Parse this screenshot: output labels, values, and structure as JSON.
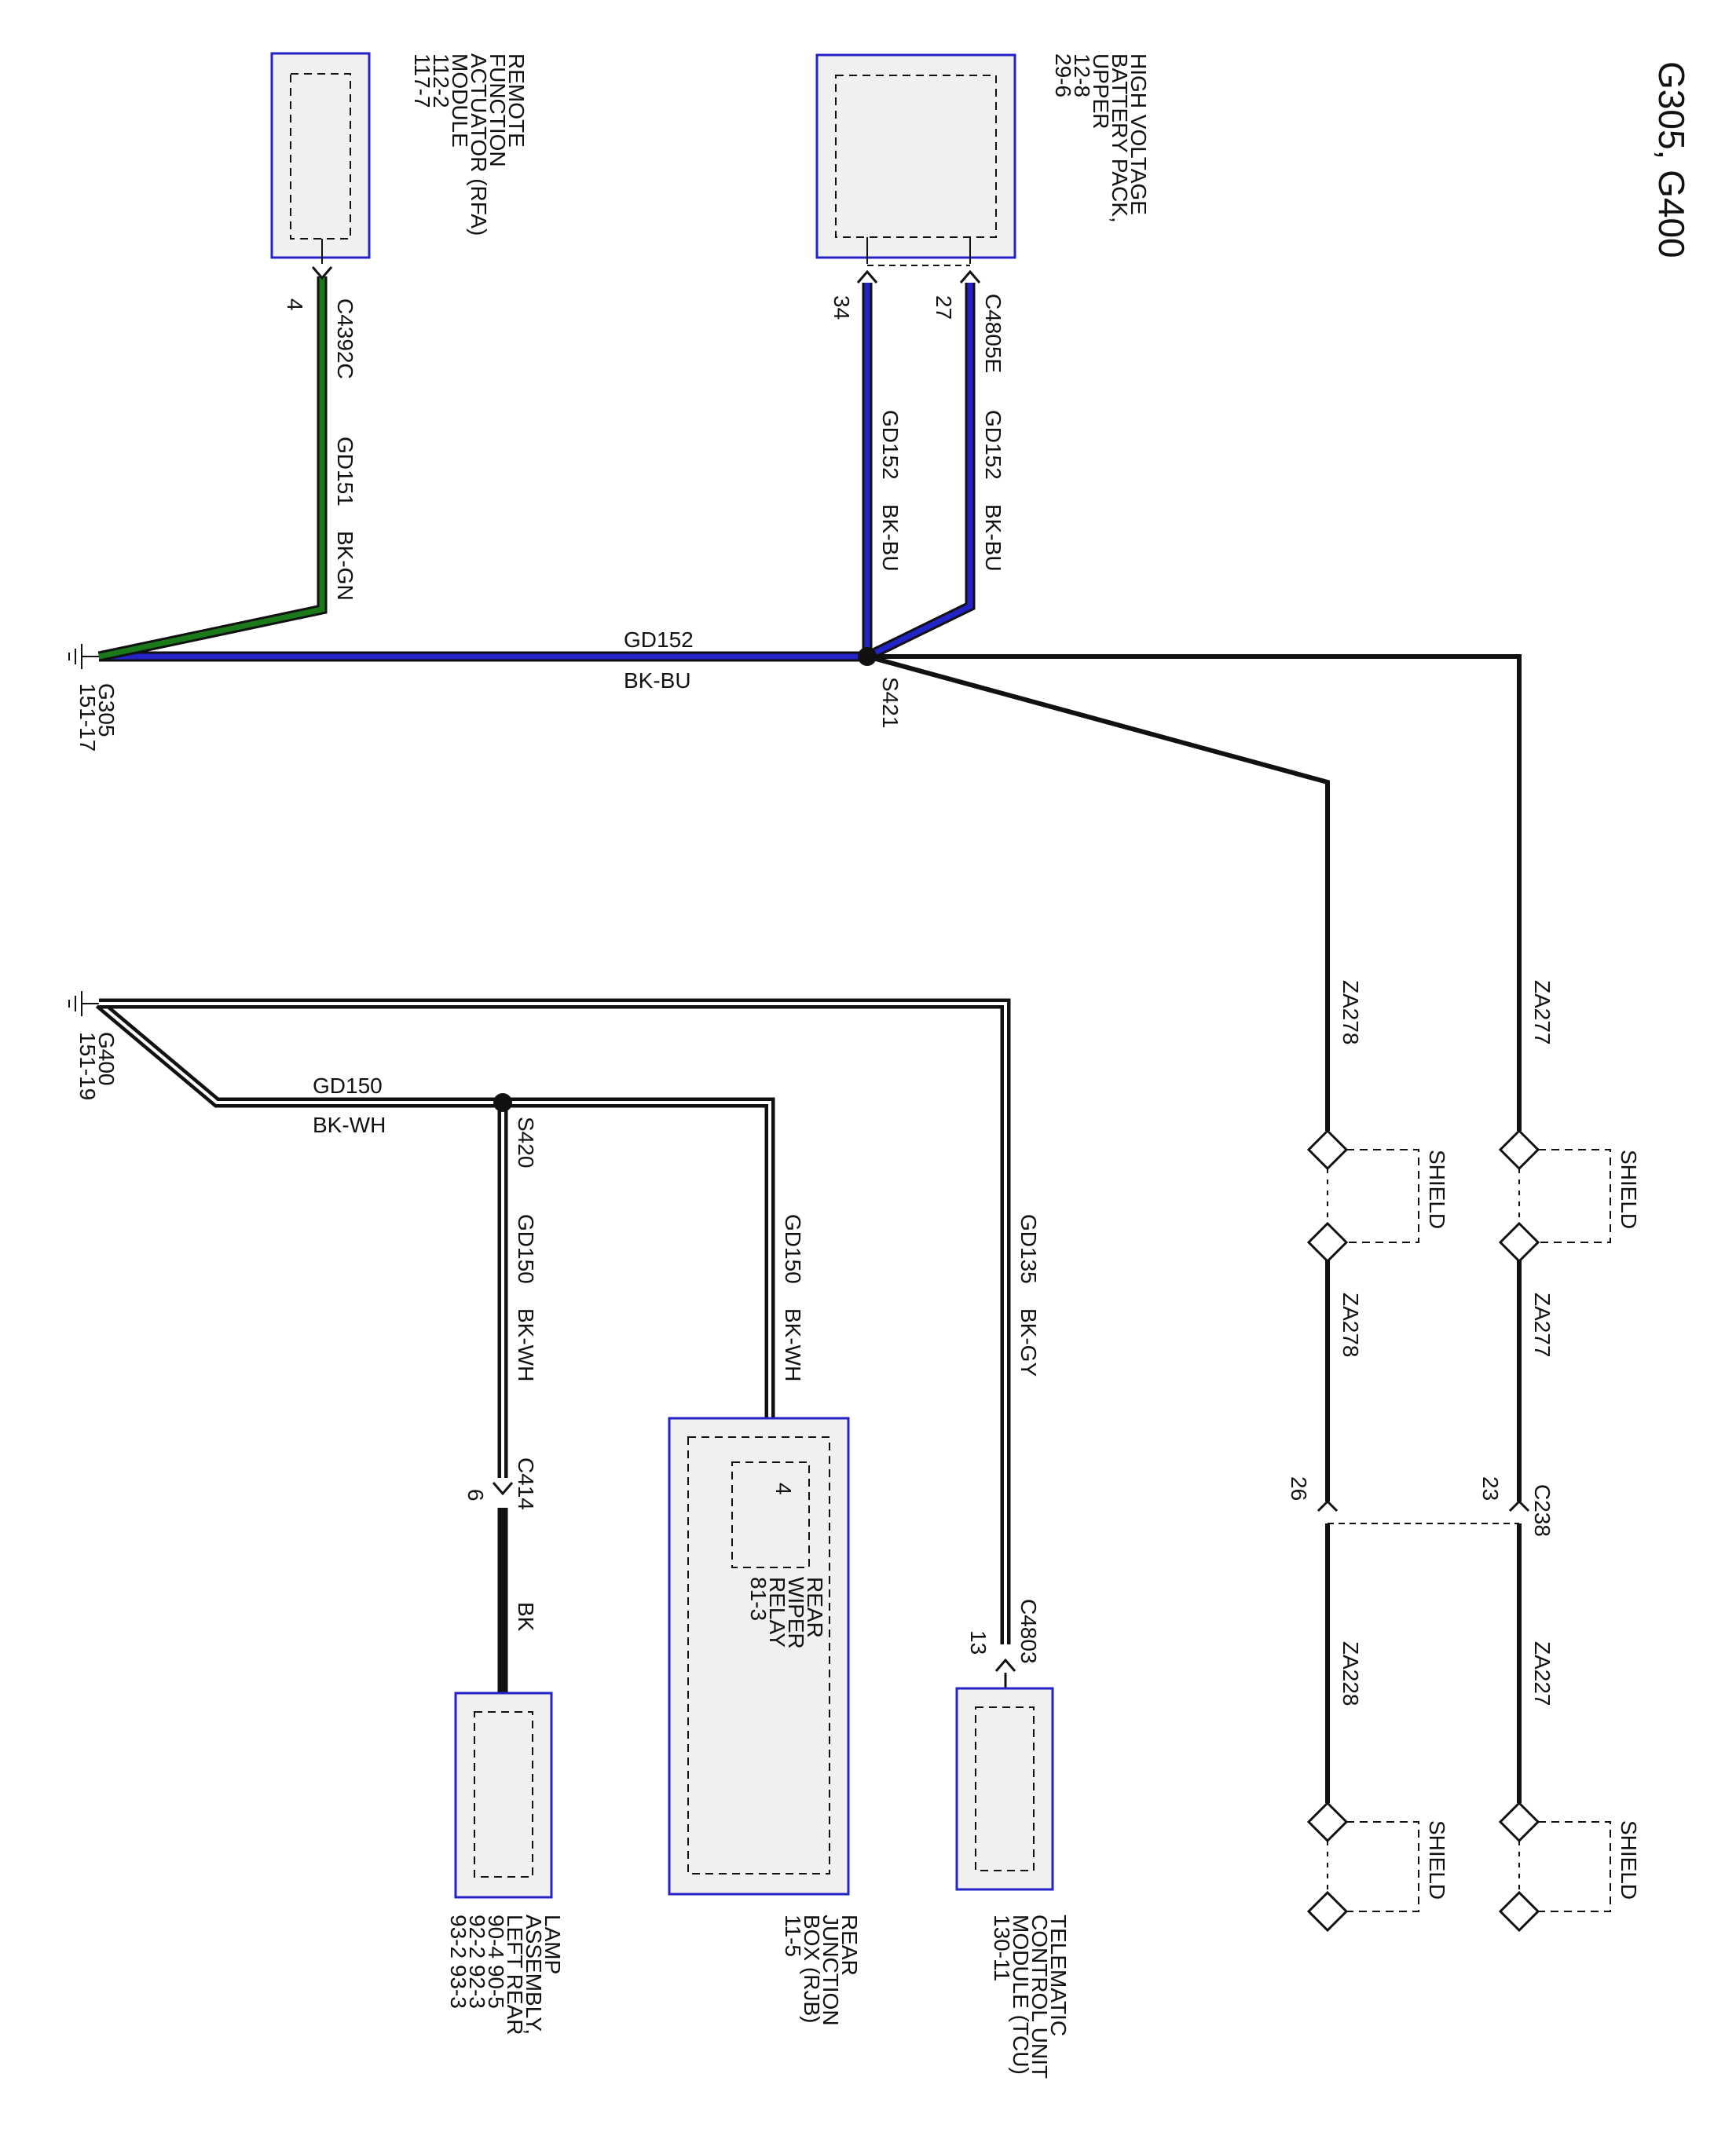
{
  "title": "G305, G400",
  "colors": {
    "blue": "#2323c8",
    "green": "#1a7a1a",
    "black": "#111111",
    "component_fill": "#f0f0f0"
  },
  "components": {
    "rfa": {
      "lines": [
        "REMOTE",
        "FUNCTION",
        "ACTUATOR (RFA)",
        "MODULE",
        "112-2",
        "117-7"
      ]
    },
    "hvb": {
      "lines": [
        "HIGH VOLTAGE",
        "BATTERY PACK,",
        "UPPER",
        "12-8",
        "29-6"
      ]
    },
    "lamp": {
      "lines": [
        "LAMP",
        "ASSEMBLY,",
        "LEFT REAR",
        "90-4    90-5",
        "92-2    92-3",
        "93-2    93-3"
      ]
    },
    "rjb": {
      "lines": [
        "REAR",
        "JUNCTION",
        "BOX (RJB)",
        "11-5"
      ]
    },
    "relay": {
      "lines": [
        "REAR",
        "WIPER",
        "RELAY",
        "81-3"
      ]
    },
    "tcu": {
      "lines": [
        "TELEMATIC",
        "CONTROL UNIT",
        "MODULE (TCU)",
        "130-11"
      ]
    }
  },
  "connectors": {
    "c4392c": "C4392C",
    "c4805e": "C4805E",
    "c414": "C414",
    "c4803": "C4803",
    "c238": "C238"
  },
  "pins": {
    "rfa": "4",
    "hvb_a": "34",
    "hvb_b": "27",
    "relay": "4",
    "c414": "6",
    "tcu": "13",
    "za277": "23",
    "za278": "26"
  },
  "grounds": {
    "g305": {
      "name": "G305",
      "ref": "151-17"
    },
    "g400": {
      "name": "G400",
      "ref": "151-19"
    }
  },
  "splices": {
    "s421": "S421",
    "s420": "S420"
  },
  "wires": {
    "gd151": {
      "circuit": "GD151",
      "color": "BK-GN"
    },
    "gd152": {
      "circuit": "GD152",
      "color": "BK-BU"
    },
    "gd150": {
      "circuit": "GD150",
      "color": "BK-WH"
    },
    "gd135": {
      "circuit": "GD135",
      "color": "BK-GY"
    },
    "bk": {
      "color": "BK"
    },
    "za277": "ZA277",
    "za278": "ZA278",
    "za227": "ZA227",
    "za228": "ZA228"
  },
  "shield": "SHIELD"
}
